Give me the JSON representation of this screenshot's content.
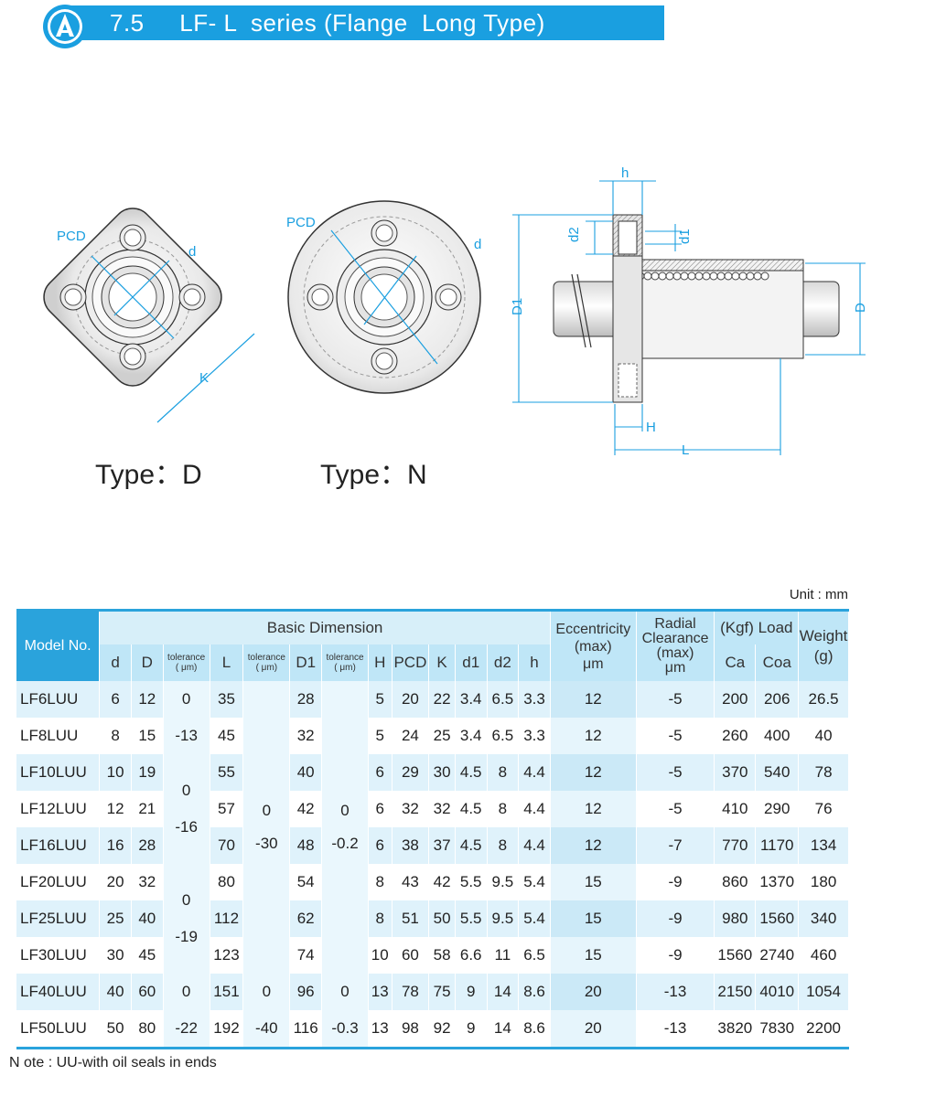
{
  "header": {
    "section": "7.5",
    "title": "LF- L  series (Flange  Long Type)"
  },
  "figures": {
    "type_d_label": "Type：D",
    "type_n_label": "Type：N",
    "labels": {
      "pcd": "PCD",
      "d": "d",
      "k": "K",
      "h_small": "h",
      "d2": "d2",
      "d1": "d1",
      "D1": "D1",
      "D": "D",
      "H": "H",
      "L": "L"
    }
  },
  "unit": "Unit : mm",
  "table": {
    "headers": {
      "model": "Model No.",
      "basic": "Basic Dimension",
      "d": "d",
      "D": "D",
      "tolerance": "tolerance",
      "tol_unit": "( μm)",
      "L": "L",
      "D1": "D1",
      "H": "H",
      "PCD": "PCD",
      "K": "K",
      "d1": "d1",
      "d2": "d2",
      "h": "h",
      "ecc1": "Eccentricity",
      "ecc2": "(max)",
      "ecc3": "μm",
      "rad1": "Radial",
      "rad2": "Clearance",
      "rad3": "(max)",
      "rad4": "μm",
      "load": "(Kgf) Load",
      "ca": "Ca",
      "coa": "Coa",
      "weight": "Weight",
      "weight_unit": "(g)"
    },
    "rows": [
      {
        "model": "LF6LUU",
        "d": "6",
        "D": "12",
        "L": "35",
        "D1": "28",
        "H": "5",
        "PCD": "20",
        "K": "22",
        "d1": "3.4",
        "d2": "6.5",
        "h": "3.3",
        "ecc": "12",
        "rad": "-5",
        "ca": "200",
        "coa": "206",
        "w": "26.5"
      },
      {
        "model": "LF8LUU",
        "d": "8",
        "D": "15",
        "L": "45",
        "D1": "32",
        "H": "5",
        "PCD": "24",
        "K": "25",
        "d1": "3.4",
        "d2": "6.5",
        "h": "3.3",
        "ecc": "12",
        "rad": "-5",
        "ca": "260",
        "coa": "400",
        "w": "40"
      },
      {
        "model": "LF10LUU",
        "d": "10",
        "D": "19",
        "L": "55",
        "D1": "40",
        "H": "6",
        "PCD": "29",
        "K": "30",
        "d1": "4.5",
        "d2": "8",
        "h": "4.4",
        "ecc": "12",
        "rad": "-5",
        "ca": "370",
        "coa": "540",
        "w": "78"
      },
      {
        "model": "LF12LUU",
        "d": "12",
        "D": "21",
        "L": "57",
        "D1": "42",
        "H": "6",
        "PCD": "32",
        "K": "32",
        "d1": "4.5",
        "d2": "8",
        "h": "4.4",
        "ecc": "12",
        "rad": "-5",
        "ca": "410",
        "coa": "290",
        "w": "76"
      },
      {
        "model": "LF16LUU",
        "d": "16",
        "D": "28",
        "L": "70",
        "D1": "48",
        "H": "6",
        "PCD": "38",
        "K": "37",
        "d1": "4.5",
        "d2": "8",
        "h": "4.4",
        "ecc": "12",
        "rad": "-7",
        "ca": "770",
        "coa": "1170",
        "w": "134"
      },
      {
        "model": "LF20LUU",
        "d": "20",
        "D": "32",
        "L": "80",
        "D1": "54",
        "H": "8",
        "PCD": "43",
        "K": "42",
        "d1": "5.5",
        "d2": "9.5",
        "h": "5.4",
        "ecc": "15",
        "rad": "-9",
        "ca": "860",
        "coa": "1370",
        "w": "180"
      },
      {
        "model": "LF25LUU",
        "d": "25",
        "D": "40",
        "L": "112",
        "D1": "62",
        "H": "8",
        "PCD": "51",
        "K": "50",
        "d1": "5.5",
        "d2": "9.5",
        "h": "5.4",
        "ecc": "15",
        "rad": "-9",
        "ca": "980",
        "coa": "1560",
        "w": "340"
      },
      {
        "model": "LF30LUU",
        "d": "30",
        "D": "45",
        "L": "123",
        "D1": "74",
        "H": "10",
        "PCD": "60",
        "K": "58",
        "d1": "6.6",
        "d2": "11",
        "h": "6.5",
        "ecc": "15",
        "rad": "-9",
        "ca": "1560",
        "coa": "2740",
        "w": "460"
      },
      {
        "model": "LF40LUU",
        "d": "40",
        "D": "60",
        "L": "151",
        "D1": "96",
        "H": "13",
        "PCD": "78",
        "K": "75",
        "d1": "9",
        "d2": "14",
        "h": "8.6",
        "ecc": "20",
        "rad": "-13",
        "ca": "2150",
        "coa": "4010",
        "w": "1054"
      },
      {
        "model": "LF50LUU",
        "d": "50",
        "D": "80",
        "L": "192",
        "D1": "116",
        "H": "13",
        "PCD": "98",
        "K": "92",
        "d1": "9",
        "d2": "14",
        "h": "8.6",
        "ecc": "20",
        "rad": "-13",
        "ca": "3820",
        "coa": "7830",
        "w": "2200"
      }
    ],
    "tol_d": {
      "g1_top": "0",
      "g1_bot": "-13",
      "g2_top": "0",
      "g2_bot": "-16",
      "g3_top": "0",
      "g3_bot": "-19",
      "g4_top": "0",
      "g4_bot": "-22"
    },
    "tol_L": {
      "top": "0",
      "bot": "-30",
      "t2_top": "0",
      "t2_bot": "-40"
    },
    "tol_D1": {
      "top": "0",
      "bot": "-0.2",
      "t2_top": "0",
      "t2_bot": "-0.3"
    }
  },
  "note": "N  ote : UU-with oil seals in ends"
}
